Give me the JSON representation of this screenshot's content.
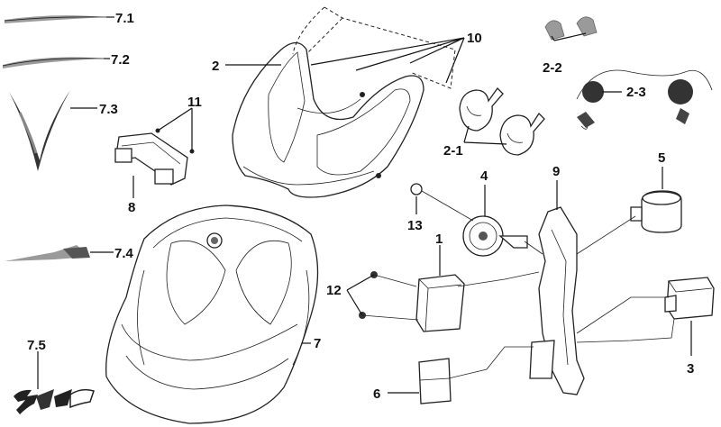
{
  "labels": {
    "l7_1": "7.1",
    "l7_2": "7.2",
    "l7_3": "7.3",
    "l7_4": "7.4",
    "l7_5": "7.5",
    "l2": "2",
    "l10": "10",
    "l11": "11",
    "l8": "8",
    "l2_2": "2-2",
    "l2_3": "2-3",
    "l2_1": "2-1",
    "l4": "4",
    "l9": "9",
    "l5": "5",
    "l13": "13",
    "l1": "1",
    "l12": "12",
    "l7": "7",
    "l3": "3",
    "l6": "6"
  },
  "colors": {
    "line": "#222222",
    "decal_gray": "#9a9a9a",
    "background": "#ffffff"
  }
}
